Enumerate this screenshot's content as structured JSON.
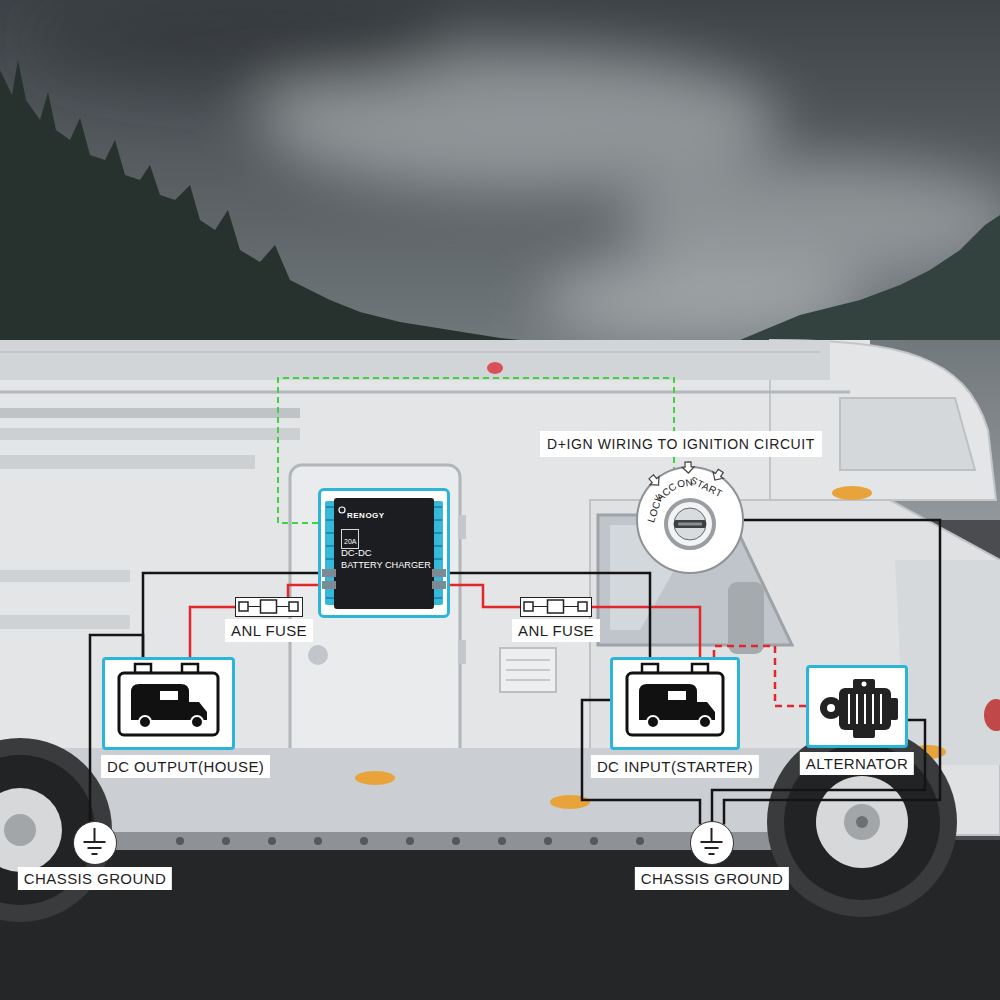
{
  "diagram": {
    "nodes": [
      {
        "text": [
          "RENOGY",
          "20A",
          "DC-DC",
          "BATTERY CHARGER"
        ]
      },
      {
        "text": [
          "LOCK",
          "ACC",
          "ON",
          "START"
        ]
      },
      {
        "text": [
          "ANL FUSE"
        ]
      },
      {
        "text": [
          "ANL FUSE"
        ]
      },
      {
        "text": [
          "DC OUTPUT(HOUSE)"
        ]
      },
      {
        "text": [
          "DC INPUT(STARTER)"
        ]
      },
      {
        "text": [
          "ALTERNATOR"
        ]
      },
      {
        "text": [
          "CHASSIS GROUND"
        ]
      },
      {
        "text": [
          "CHASSIS GROUND"
        ]
      }
    ],
    "edges": [
      {
        "from": 0,
        "to": 1,
        "arrow": "none"
      },
      {
        "from": 0,
        "to": 2,
        "arrow": "none"
      },
      {
        "from": 2,
        "to": 4,
        "arrow": "none"
      },
      {
        "from": 0,
        "to": 4,
        "arrow": "none"
      },
      {
        "from": 4,
        "to": 7,
        "arrow": "none"
      },
      {
        "from": 0,
        "to": 3,
        "arrow": "none"
      },
      {
        "from": 3,
        "to": 5,
        "arrow": "none"
      },
      {
        "from": 0,
        "to": 5,
        "arrow": "none"
      },
      {
        "from": 5,
        "to": 8,
        "arrow": "none"
      },
      {
        "from": 6,
        "to": 5,
        "arrow": "none"
      },
      {
        "from": 6,
        "to": 8,
        "arrow": "none"
      },
      {
        "from": 1,
        "to": 8,
        "arrow": "none"
      }
    ],
    "labels": [
      "D+IGN WIRING TO IGNITION CIRCUIT"
    ]
  }
}
